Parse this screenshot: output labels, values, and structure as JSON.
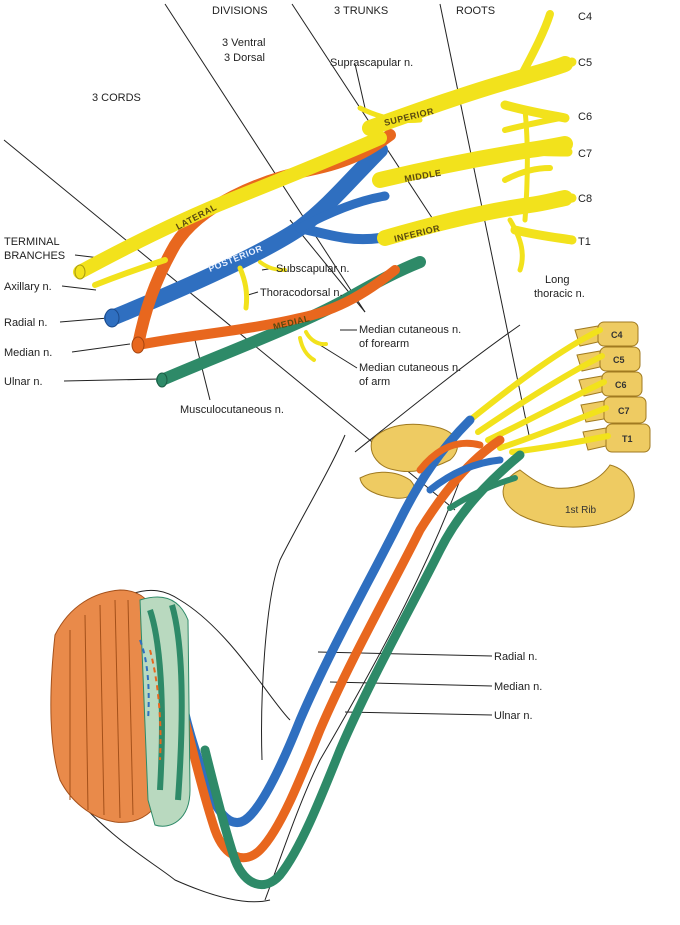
{
  "headers": {
    "divisions": "DIVISIONS",
    "trunks": "3 TRUNKS",
    "roots": "ROOTS",
    "ventral": "3 Ventral",
    "dorsal": "3 Dorsal",
    "cords": "3 CORDS",
    "terminal1": "TERMINAL",
    "terminal2": "BRANCHES"
  },
  "roots": [
    "C4",
    "C5",
    "C6",
    "C7",
    "C8",
    "T1"
  ],
  "nerve_labels": {
    "suprascapular": "Suprascapular n.",
    "subscapular": "Subscapular n.",
    "thoracodorsal": "Thoracodorsal n.",
    "long_thoracic_1": "Long",
    "long_thoracic_2": "thoracic n.",
    "med_cut_forearm_1": "Median cutaneous n.",
    "med_cut_forearm_2": "of forearm",
    "med_cut_arm_1": "Median cutaneous n.",
    "med_cut_arm_2": "of arm",
    "musculocutaneous": "Musculocutaneous n."
  },
  "terminal_branches": [
    "Axillary n.",
    "Radial n.",
    "Median n.",
    "Ulnar n."
  ],
  "trunk_tags": [
    "SUPERIOR",
    "MIDDLE",
    "INFERIOR"
  ],
  "cord_tags": [
    "LATERAL",
    "POSTERIOR",
    "MEDIAL"
  ],
  "vertebrae": [
    "C4",
    "C5",
    "C6",
    "C7",
    "T1"
  ],
  "rib_label": "1st Rib",
  "arm_labels": [
    "Radial n.",
    "Median n.",
    "Ulnar n."
  ],
  "colors": {
    "roots_trunks": "#f2e21c",
    "lateral_cord": "#e8671e",
    "posterior_cord": "#2f6fc0",
    "medial_cord": "#2e8a68",
    "bone": "#eecb62"
  }
}
